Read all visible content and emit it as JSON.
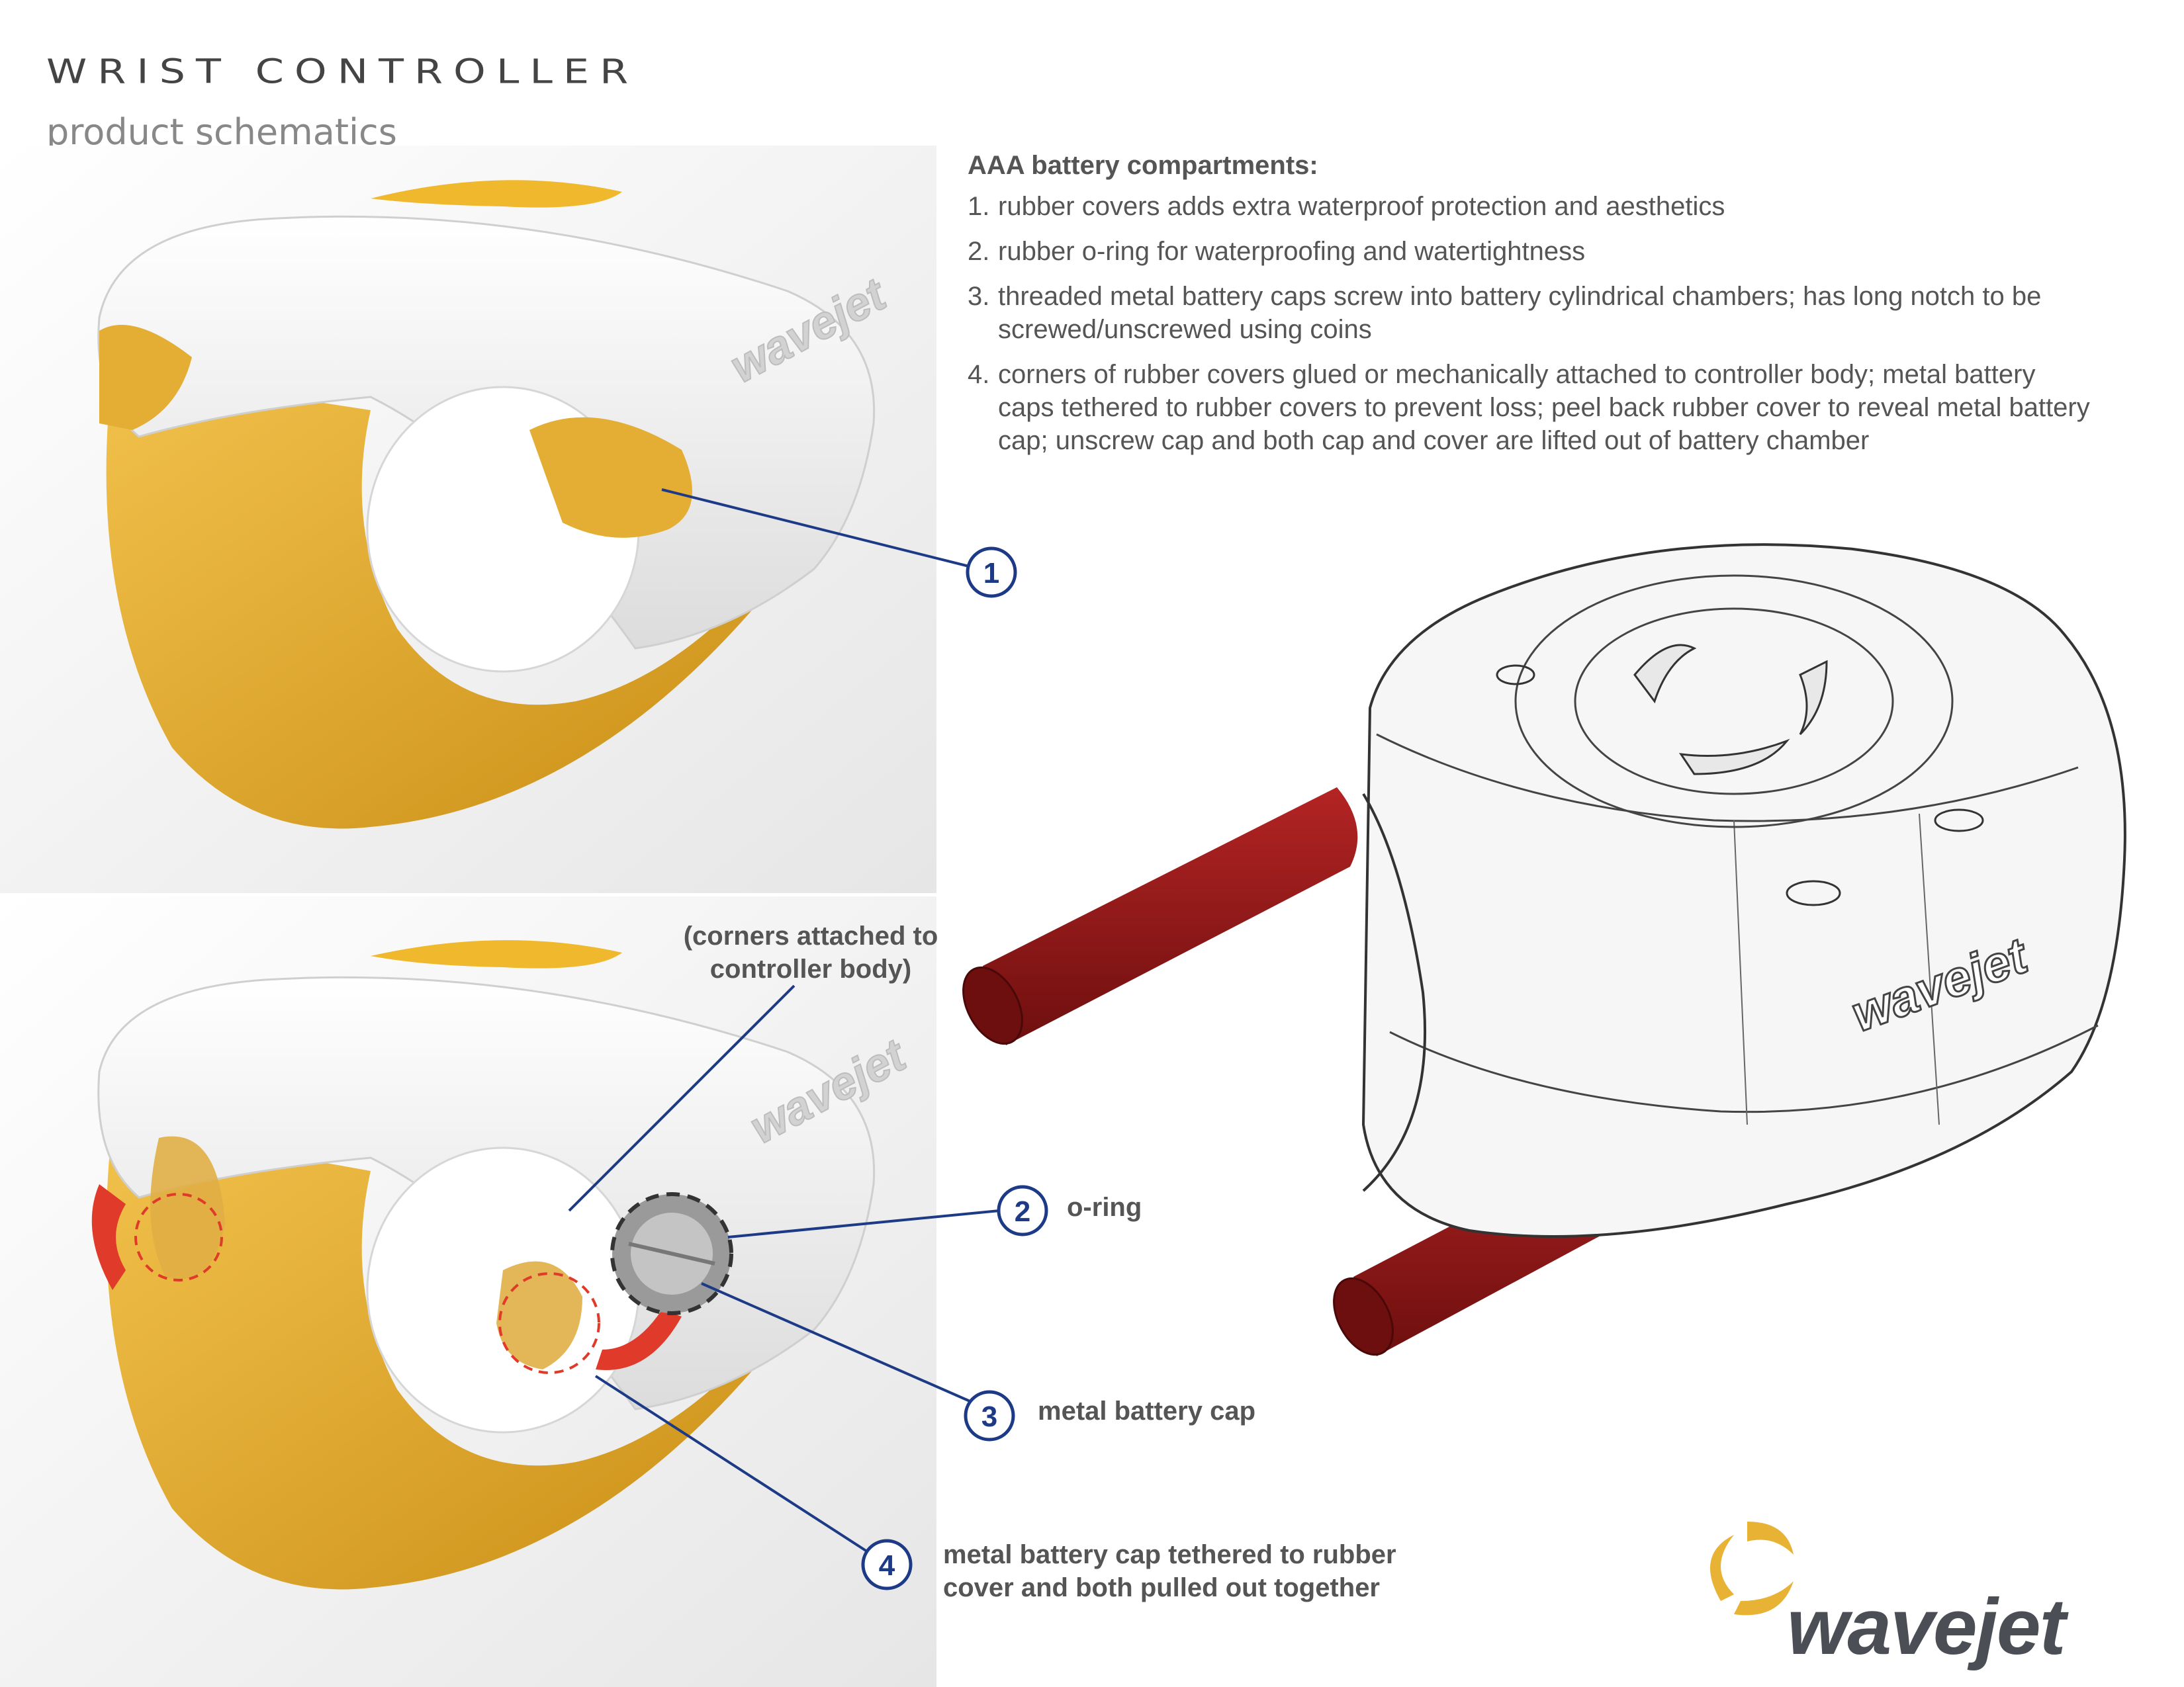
{
  "header": {
    "title": "WRIST CONTROLLER",
    "subtitle": "product schematics"
  },
  "notes": {
    "heading": "AAA battery compartments:",
    "items": [
      {
        "num": "1.",
        "text": "rubber covers adds extra waterproof protection and aesthetics"
      },
      {
        "num": "2.",
        "text": "rubber o-ring for waterproofing and watertightness"
      },
      {
        "num": "3.",
        "text": "threaded metal battery caps screw into battery cylindrical chambers; has long notch to be screwed/unscrewed using coins"
      },
      {
        "num": "4.",
        "text": "corners of rubber covers glued or mechanically attached to controller body; metal battery caps tethered to rubber covers to prevent loss; peel back rubber cover to reveal metal battery cap; unscrew cap and both cap and cover are lifted out of battery chamber"
      }
    ]
  },
  "callouts": {
    "c1": {
      "num": "1"
    },
    "c2": {
      "num": "2",
      "label": "o-ring"
    },
    "c3": {
      "num": "3",
      "label": "metal battery cap"
    },
    "c4": {
      "num": "4",
      "label_line1": "metal battery cap tethered to rubber",
      "label_line2": "cover and both pulled out together"
    },
    "corners_line1": "(corners attached to",
    "corners_line2": "controller body)"
  },
  "device_brand": "wavejet",
  "logo": {
    "wordmark": "wavejet"
  },
  "colors": {
    "accent_yellow": "#e8b235",
    "callout_blue": "#1c3a86",
    "battery_red": "#8e1414",
    "arrow_red": "#e03a2a",
    "body_white": "#f4f4f4"
  }
}
